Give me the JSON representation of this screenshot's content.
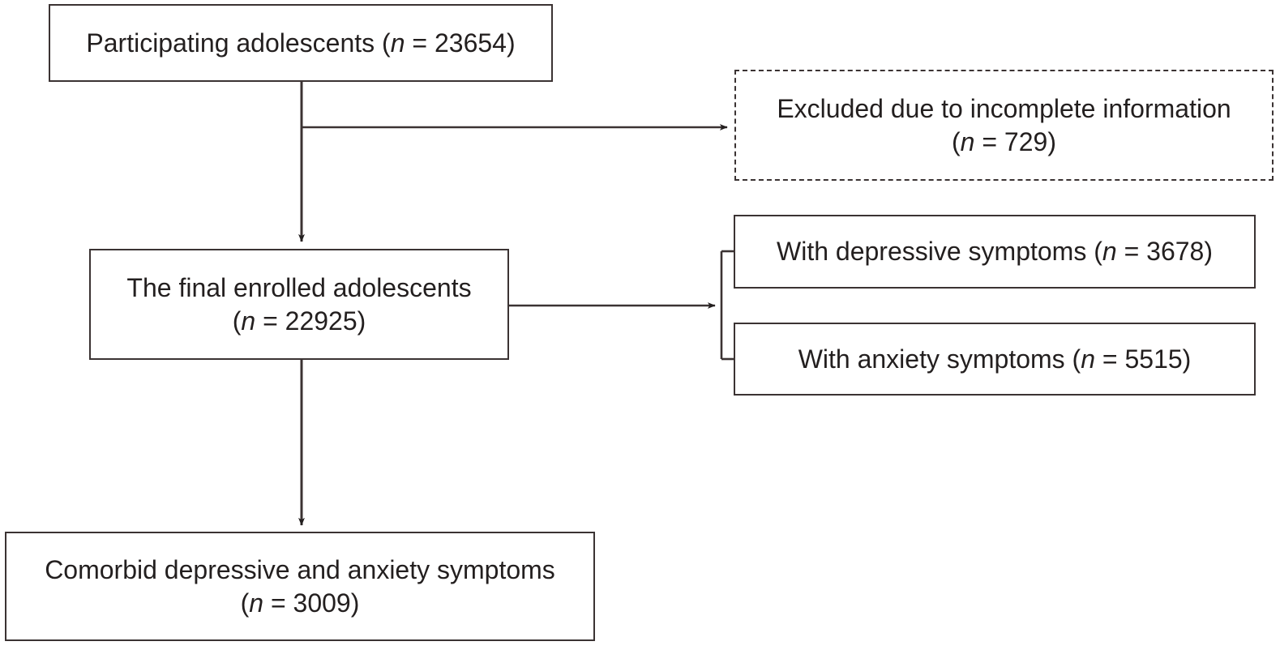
{
  "diagram": {
    "type": "flowchart",
    "title": "Participant enrollment flow diagram",
    "colors": {
      "line": "#3b3333",
      "text": "#231f1f",
      "background": "#ffffff"
    },
    "nodes": [
      {
        "id": "participating",
        "name": "participating-adolescents-box",
        "label": "Participating adolescents (n = 23654)",
        "label_line1": "Participating adolescents (",
        "variable": "n",
        "label_line2": " = 23654)",
        "count": 23654,
        "border": "solid"
      },
      {
        "id": "excluded",
        "name": "excluded-incomplete-information-box",
        "label": "Excluded due to incomplete information (n = 729)",
        "label_line1": "Excluded due to incomplete information",
        "variable": "n",
        "label_line2": " = 729)",
        "count": 729,
        "border": "dashed"
      },
      {
        "id": "final",
        "name": "final-enrolled-adolescents-box",
        "label": "The final enrolled adolescents (n = 22925)",
        "label_line1": "The final enrolled adolescents",
        "variable": "n",
        "label_line2": " = 22925)",
        "count": 22925,
        "border": "solid"
      },
      {
        "id": "depressive",
        "name": "with-depressive-symptoms-box",
        "label": "With depressive symptoms (n = 3678)",
        "label_line1": "With depressive symptoms (",
        "variable": "n",
        "label_line2": " = 3678)",
        "count": 3678,
        "border": "solid"
      },
      {
        "id": "anxiety",
        "name": "with-anxiety-symptoms-box",
        "label": "With anxiety symptoms (n = 5515)",
        "label_line1": "With anxiety symptoms (",
        "variable": "n",
        "label_line2": " = 5515)",
        "count": 5515,
        "border": "solid"
      },
      {
        "id": "comorbid",
        "name": "comorbid-depressive-anxiety-symptoms-box",
        "label": "Comorbid depressive and anxiety symptoms (n = 3009)",
        "label_line1": "Comorbid depressive and anxiety symptoms",
        "variable": "n",
        "label_line2": " = 3009)",
        "count": 3009,
        "border": "solid"
      }
    ],
    "connectors": [
      {
        "id": "participating-to-excluded",
        "from": "participating",
        "to": "excluded",
        "style": "elbow-right-arrow"
      },
      {
        "id": "participating-to-final",
        "from": "participating",
        "to": "final",
        "style": "vertical-arrow"
      },
      {
        "id": "final-to-symptoms",
        "from": "final",
        "to": "depressive,anxiety",
        "style": "arrow-to-bracket"
      },
      {
        "id": "final-to-comorbid",
        "from": "final",
        "to": "comorbid",
        "style": "vertical-arrow"
      }
    ]
  }
}
